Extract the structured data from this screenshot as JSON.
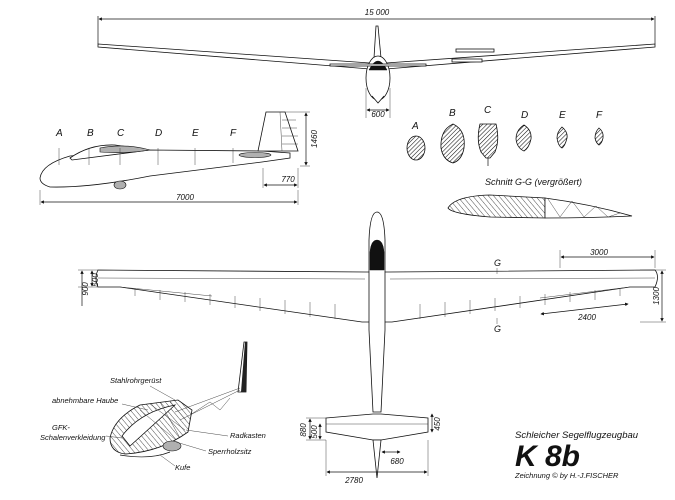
{
  "dimensions": {
    "span": "15 000",
    "fuselage_width": "600",
    "height": "1460",
    "tail_offset": "770",
    "length": "7000",
    "wing_tip": "3000",
    "root_chord": "1300",
    "aileron_length": "2400",
    "left_900": "900",
    "left_500": "500",
    "stab_880": "880",
    "stab_500": "500",
    "stab_450": "450",
    "stab_680": "680",
    "stab_span": "2780"
  },
  "section_letters": [
    "A",
    "B",
    "C",
    "D",
    "E",
    "F"
  ],
  "section_title": "Schnitt G-G (vergrößert)",
  "cut_mark": "G",
  "cutaway_labels": {
    "steel_frame": "Stahlrohrgerüst",
    "canopy": "abnehmbare Haube",
    "fairing_1": "GFK-",
    "fairing_2": "Schalenverkleidung",
    "wheel_box": "Radkasten",
    "seat": "Sperrholzsitz",
    "skid": "Kufe"
  },
  "title_block": {
    "maker": "Schleicher Segelflugzeugbau",
    "model": "K 8b",
    "credit": "Zeichnung © by H.-J.FISCHER"
  }
}
